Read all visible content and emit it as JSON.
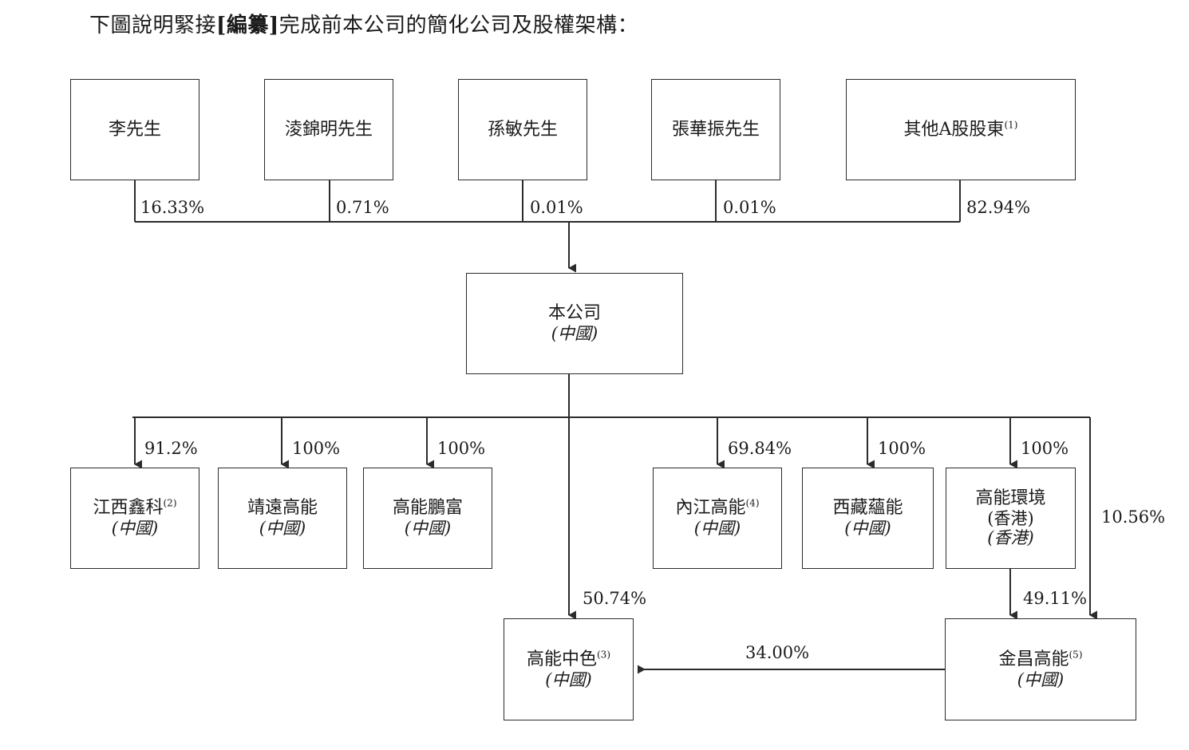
{
  "title": {
    "prefix": "下圖說明緊接",
    "bracket": "[編纂]",
    "suffix": "完成前本公司的簡化公司及股權架構："
  },
  "colors": {
    "background": "#ffffff",
    "line": "#2b2b2b",
    "text": "#1a1a1a"
  },
  "shareholders": [
    {
      "name": "李先生",
      "note": "",
      "percent": "16.33%"
    },
    {
      "name": "淩錦明先生",
      "note": "",
      "percent": "0.71%"
    },
    {
      "name": "孫敏先生",
      "note": "",
      "percent": "0.01%"
    },
    {
      "name": "張華振先生",
      "note": "",
      "percent": "0.01%"
    },
    {
      "name": "其他A股股東",
      "note": "(1)",
      "percent": "82.94%"
    }
  ],
  "company": {
    "name": "本公司",
    "jurisdiction": "(中國)"
  },
  "subsidiaries": [
    {
      "name": "江西鑫科",
      "note": "(2)",
      "jurisdiction": "(中國)",
      "jurisdiction2": "",
      "percent": "91.2%"
    },
    {
      "name": "靖遠高能",
      "note": "",
      "jurisdiction": "(中國)",
      "jurisdiction2": "",
      "percent": "100%"
    },
    {
      "name": "高能鵬富",
      "note": "",
      "jurisdiction": "(中國)",
      "jurisdiction2": "",
      "percent": "100%"
    },
    {
      "name": "內江高能",
      "note": "(4)",
      "jurisdiction": "(中國)",
      "jurisdiction2": "",
      "percent": "69.84%"
    },
    {
      "name": "西藏蘊能",
      "note": "",
      "jurisdiction": "(中國)",
      "jurisdiction2": "",
      "percent": "100%"
    },
    {
      "name": "高能環境",
      "note": "",
      "jurisdiction": "(香港)",
      "jurisdiction2": "(香港)",
      "percent": "100%"
    }
  ],
  "bottom_nodes": [
    {
      "name": "高能中色",
      "note": "(3)",
      "jurisdiction": "(中國)"
    },
    {
      "name": "金昌高能",
      "note": "(5)",
      "jurisdiction": "(中國)"
    }
  ],
  "edges": {
    "company_to_zhongse": "50.74%",
    "hk_to_jinchang": "49.11%",
    "company_to_jinchang": "10.56%",
    "jinchang_to_zhongse": "34.00%"
  }
}
